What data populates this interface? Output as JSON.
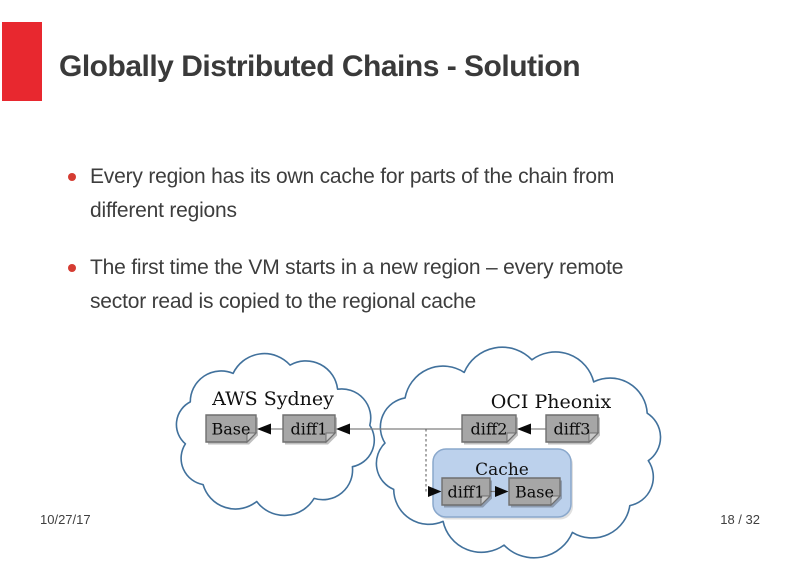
{
  "slide": {
    "title": "Globally Distributed Chains - Solution",
    "bullets": [
      "Every region has its own cache for parts of the chain from different regions",
      "The first time the VM starts in a new region – every remote sector read is copied to the regional cache"
    ],
    "footer": {
      "date": "10/27/17",
      "page": "18 / 32"
    }
  },
  "diagram": {
    "cloud_left_label": "AWS Sydney",
    "cloud_right_label": "OCI Pheonix",
    "cache_label": "Cache",
    "boxes": {
      "aws_base": "Base",
      "aws_diff1": "diff1",
      "oci_diff2": "diff2",
      "oci_diff3": "diff3",
      "cache_diff1": "diff1",
      "cache_base": "Base"
    }
  },
  "colors": {
    "accent_red": "#e8282f",
    "bullet_red": "#d53c32",
    "title_color": "#3a3a3a",
    "body_text": "#3d3d3d",
    "cloud_stroke": "#41719c",
    "box_fill": "#a6a6a6",
    "box_stroke": "#6f6f6f",
    "box_fold": "#c8c8c8",
    "cache_fill": "#bcd1ec",
    "cache_stroke": "#8aa8cc",
    "line_gray": "#7f7f7f",
    "footer_color": "#404040"
  }
}
